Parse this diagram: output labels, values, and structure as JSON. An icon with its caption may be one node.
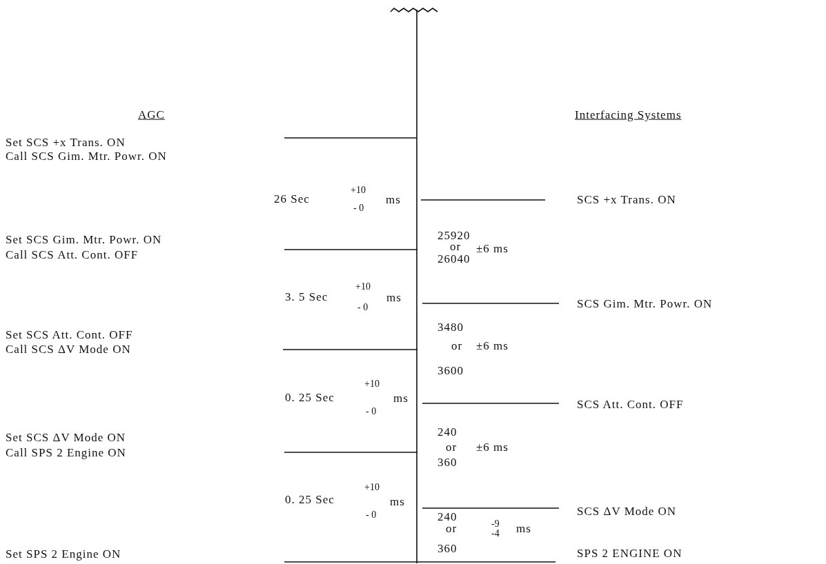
{
  "diagram": {
    "labels": [
      "AGC",
      "Interfacing Systems",
      "Set SCS +x Trans. ON",
      "Call SCS Gim. Mtr. Powr. ON",
      "26 Sec",
      "+10",
      "- 0",
      "ms",
      "SCS +x Trans. ON",
      "25920",
      "Set SCS Gim. Mtr. Powr. ON",
      "or",
      "±6 ms",
      "Call SCS Att. Cont. OFF",
      "26040",
      "3. 5 Sec",
      "+10",
      "- 0",
      "ms",
      "SCS Gim. Mtr. Powr. ON",
      "3480",
      "Set SCS Att. Cont. OFF",
      "or",
      "±6 ms",
      "Call SCS ΔV Mode ON",
      "3600",
      "+10",
      "0. 25 Sec",
      "ms",
      "SCS Att. Cont. OFF",
      "- 0",
      "240",
      "Set SCS ΔV Mode ON",
      "or",
      "±6 ms",
      "Call SPS 2 Engine ON",
      "360",
      "+10",
      "0. 25 Sec",
      "ms",
      "SCS ΔV Mode ON",
      "240",
      "- 0",
      "-9",
      "or",
      "ms",
      "-4",
      "360",
      "SPS 2 ENGINE ON",
      "Set SPS 2 Engine ON"
    ]
  }
}
